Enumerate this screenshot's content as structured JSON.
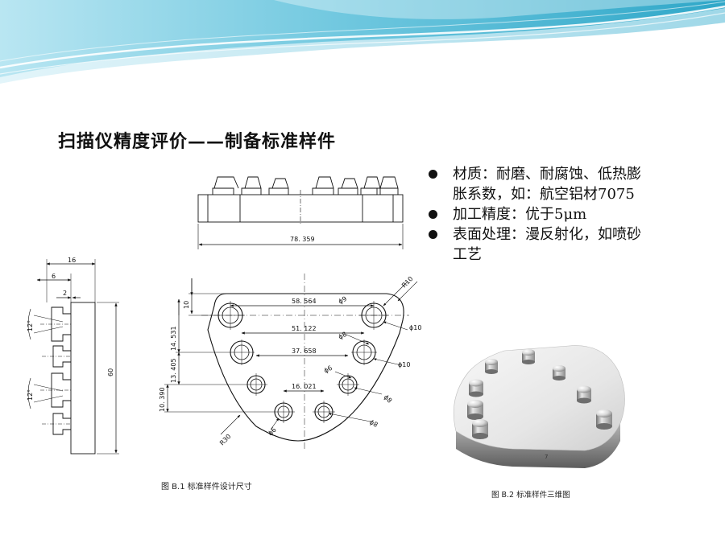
{
  "slide": {
    "title": "扫描仪精度评价——制备标准样件",
    "bullets": [
      {
        "lines": [
          "材质：耐磨、耐腐蚀、低热膨",
          "胀系数，如：航空铝材7075"
        ]
      },
      {
        "lines": [
          "加工精度：优于5μm"
        ]
      },
      {
        "lines": [
          "表面处理：漫反射化，如喷砂",
          "工艺"
        ]
      }
    ]
  },
  "drawing": {
    "caption": "图 B.1   标准样件设计尺寸",
    "front_view": {
      "width_dim": "78. 359"
    },
    "side_view": {
      "dims": [
        "16",
        "6",
        "2",
        "60"
      ],
      "angles": [
        "12°",
        "12°"
      ]
    },
    "top_view": {
      "horizontal_dims": [
        "58. 564",
        "51. 122",
        "37. 658",
        "16. 021"
      ],
      "vertical_dims": [
        "10",
        "14. 531",
        "13. 405",
        "10. 390"
      ],
      "radii": [
        "R10",
        "R30"
      ],
      "diameters": [
        "ϕ9",
        "ϕ10",
        "ϕ8",
        "ϕ10",
        "ϕ6",
        "ϕ8",
        "ϕ6",
        "ϕ8"
      ]
    }
  },
  "render": {
    "caption": "图 B.2   标准样件三维图",
    "mark": "7"
  }
}
